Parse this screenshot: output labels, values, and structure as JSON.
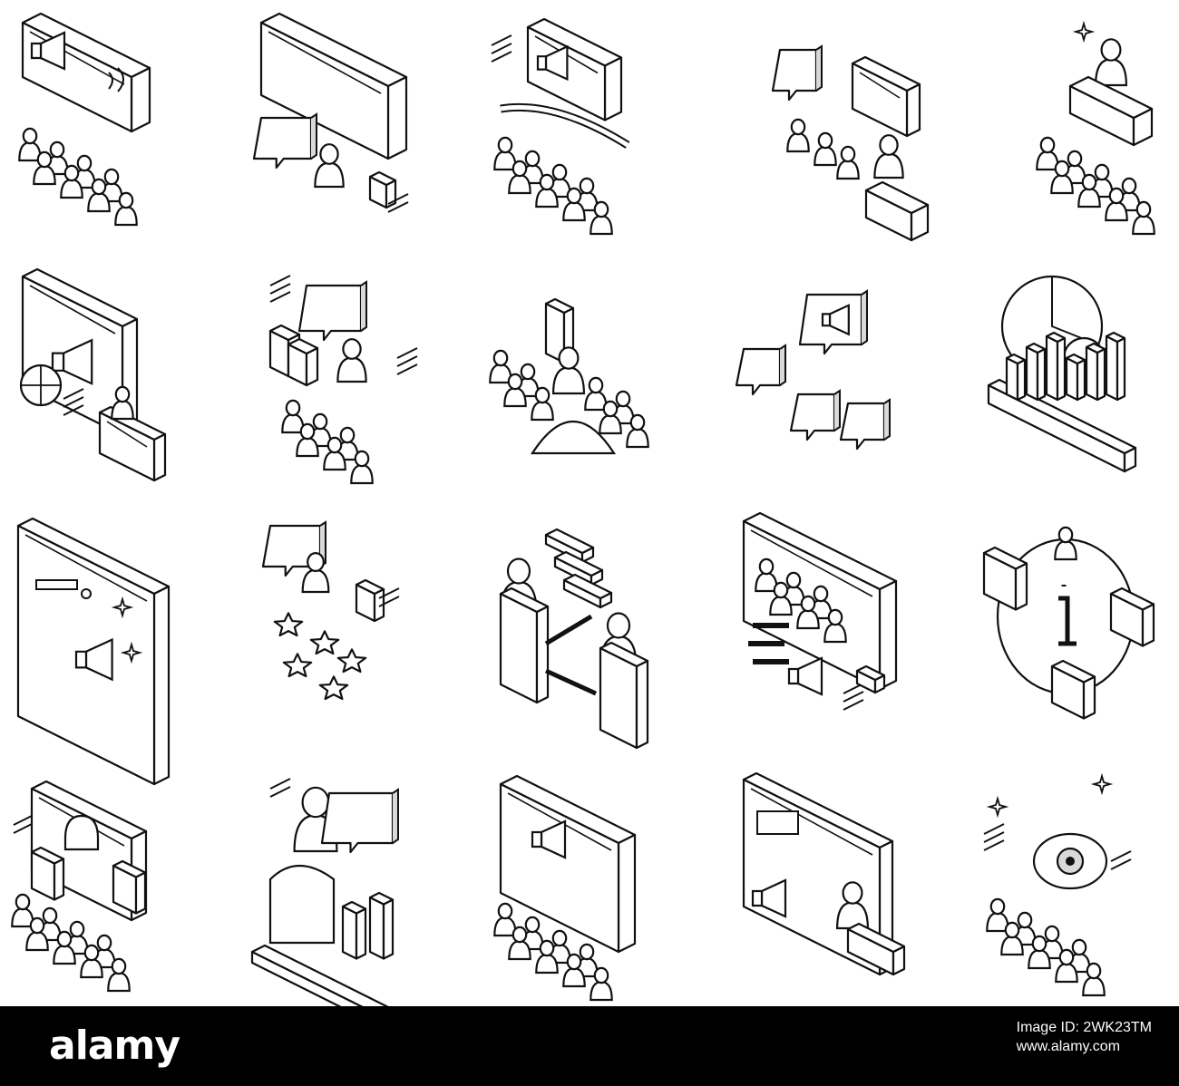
{
  "colors": {
    "stroke": "#111111",
    "fill": "#ffffff",
    "accent": "#d9d9d9",
    "footer": "#000000"
  },
  "icons": [
    {
      "name": "megaphone-screen-audience-icon"
    },
    {
      "name": "presentation-board-speaker-icon"
    },
    {
      "name": "megaphone-banner-crowd-icon"
    },
    {
      "name": "press-conference-microphones-icon"
    },
    {
      "name": "podium-speaker-crowd-icon"
    },
    {
      "name": "megaphone-ad-browser-globe-icon"
    },
    {
      "name": "speech-bubble-people-crowd-icon"
    },
    {
      "name": "spotlight-person-on-stage-icon"
    },
    {
      "name": "chat-bubbles-megaphone-icon"
    },
    {
      "name": "analytics-chart-magnifier-icon"
    },
    {
      "name": "browser-window-megaphone-sparkles-icon"
    },
    {
      "name": "speech-person-star-rating-icon"
    },
    {
      "name": "networking-exchange-people-icon"
    },
    {
      "name": "audience-screen-megaphone-icon"
    },
    {
      "name": "info-circle-support-icon"
    },
    {
      "name": "bell-notification-audience-icon"
    },
    {
      "name": "speaker-microphone-broadcast-icon"
    },
    {
      "name": "folder-megaphone-crowd-icon"
    },
    {
      "name": "presenter-whiteboard-icon"
    },
    {
      "name": "eye-vision-audience-icon"
    }
  ],
  "footer": {
    "logo_a": "a",
    "logo_rest": "alamy",
    "image_id_label": "Image ID: 2WK23TM",
    "site_url": "www.alamy.com"
  }
}
